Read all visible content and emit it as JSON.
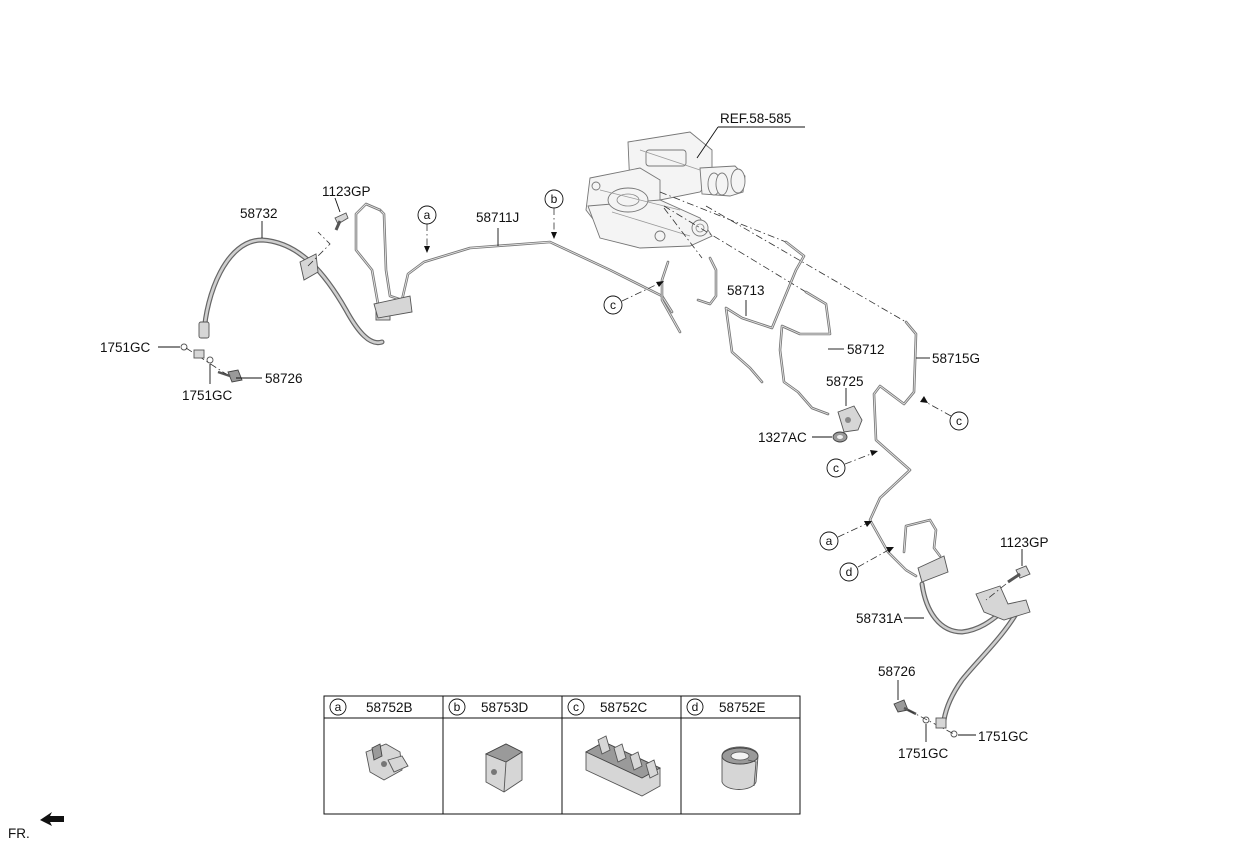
{
  "labels": {
    "ref_master_cylinder": "REF.58-585",
    "bolt_left": "1123GP",
    "bolt_right": "1123GP",
    "hose_left": "58732",
    "tube_main": "58711J",
    "tube_58713": "58713",
    "tube_58712": "58712",
    "tube_58715g": "58715G",
    "connector_58725": "58725",
    "nut_1327ac": "1327AC",
    "hose_right": "58731A",
    "bolt_58726_left": "58726",
    "bolt_58726_right": "58726",
    "gasket_left_1": "1751GC",
    "gasket_left_2": "1751GC",
    "gasket_right_1": "1751GC",
    "gasket_right_2": "1751GC",
    "front_indicator": "FR."
  },
  "callouts": {
    "a_upper": "a",
    "b_upper": "b",
    "c_left": "c",
    "c_right": "c",
    "c_mid": "c",
    "a_lower": "a",
    "d_lower": "d"
  },
  "clip_table": {
    "columns": [
      {
        "letter": "a",
        "part": "58752B",
        "icon": "clip-a-icon"
      },
      {
        "letter": "b",
        "part": "58753D",
        "icon": "clip-b-icon"
      },
      {
        "letter": "c",
        "part": "58752C",
        "icon": "clip-c-icon"
      },
      {
        "letter": "d",
        "part": "58752E",
        "icon": "clip-d-icon"
      }
    ]
  },
  "icons": [
    "front-arrow-icon",
    "master-cylinder-icon",
    "bolt-icon",
    "gasket-icon",
    "connector-icon",
    "nut-icon",
    "bracket-icon"
  ]
}
